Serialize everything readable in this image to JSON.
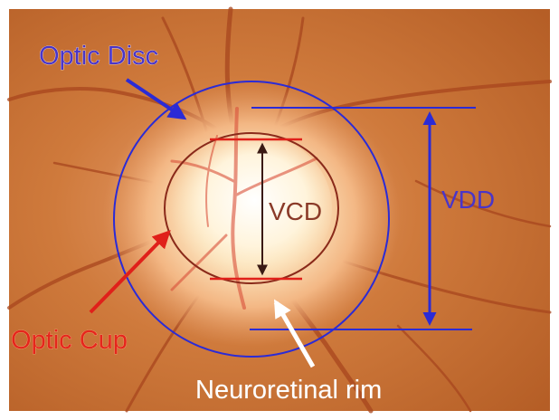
{
  "labels": {
    "optic_disc": "Optic Disc",
    "optic_cup": "Optic Cup",
    "vcd": "VCD",
    "vdd": "VDD",
    "neuroretinal_rim": "Neuroretinal rim"
  },
  "colors": {
    "disc_outline": "#2b2bd6",
    "cup_outline": "#8a2a1a",
    "vcd_marker": "#e0201a",
    "label_blue": "#4a35c8",
    "label_red": "#e5261c",
    "label_white": "#ffffff"
  }
}
